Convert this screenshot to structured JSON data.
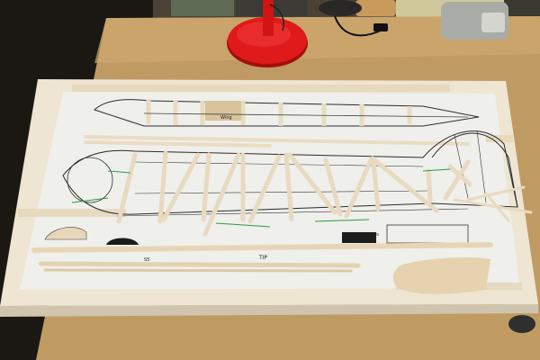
{
  "scene": {
    "description_colors": {
      "floor": "#1b1813",
      "table_wood": "#c8a26a",
      "board": "#efe6d4",
      "plan_paper": "#f4f1ea",
      "balsa": "#eadcc3",
      "lamp_red": "#e01a1a"
    }
  },
  "plan": {
    "annotation_1": "Wing",
    "annotation_2": "Pitts",
    "annotation_3": "TIP",
    "annotation_4": "S5"
  }
}
